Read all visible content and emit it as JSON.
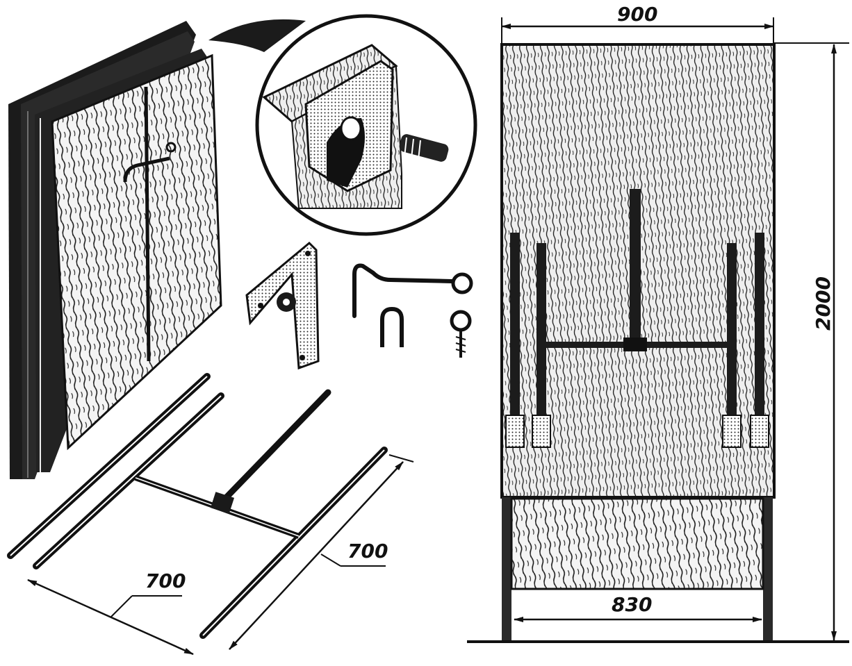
{
  "dimensions": {
    "panel_width": "900",
    "panel_height": "2000",
    "inner_width": "830",
    "rod_length_front": "700",
    "rod_length_side": "700"
  },
  "colors": {
    "ink": "#111111",
    "paper": "#ffffff",
    "wood_shade": "#e6e6e6"
  }
}
